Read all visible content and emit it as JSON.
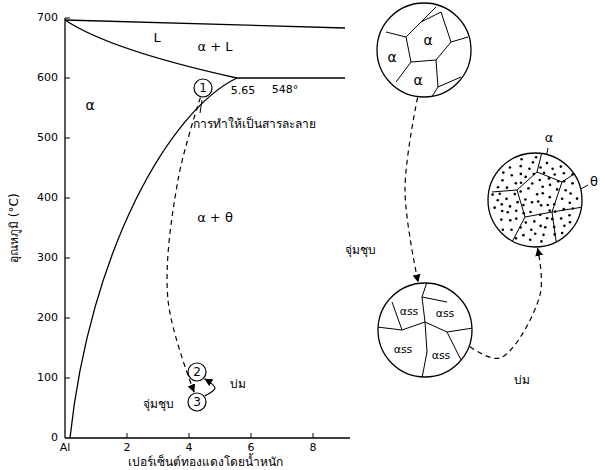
{
  "diagram": {
    "nodes": [
      {
        "text": [
          "1"
        ]
      },
      {
        "text": [
          "2"
        ]
      },
      {
        "text": [
          "3"
        ]
      },
      {
        "text": [
          "α",
          "α",
          "α"
        ]
      },
      {
        "text": [
          "αss",
          "αss",
          "αss",
          "αss"
        ]
      },
      {
        "text": [
          "α",
          "θ"
        ]
      }
    ],
    "edges": [
      {
        "from": 0,
        "to": 2,
        "arrow": "to"
      },
      {
        "from": 2,
        "to": 1,
        "arrow": "to"
      },
      {
        "from": 3,
        "to": 4,
        "arrow": "to"
      },
      {
        "from": 4,
        "to": 5,
        "arrow": "to"
      }
    ],
    "labels": [
      "700",
      "600",
      "500",
      "400",
      "300",
      "200",
      "100",
      "0",
      "Al",
      "2",
      "4",
      "6",
      "8",
      "อุณหภูมิ (°C)",
      "เปอร์เซ็นต์ทองแดงโดยน้ำหนัก",
      "L",
      "α + L",
      "α",
      "α + θ",
      "5.65",
      "548°",
      "การทำให้เป็นสารละลาย",
      "บ่ม",
      "จุ่มชุบ",
      "จุ่มชุบ",
      "บ่ม"
    ]
  }
}
